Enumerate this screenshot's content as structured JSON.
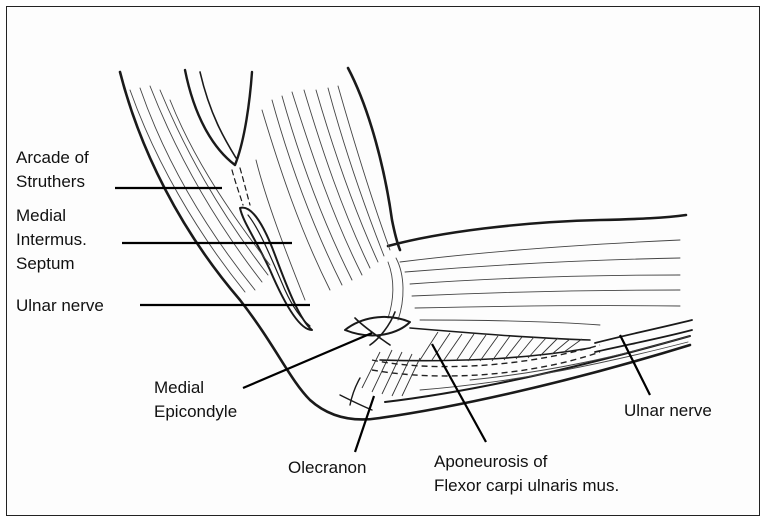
{
  "labels": {
    "arcade_of_struthers": [
      "Arcade of",
      "Struthers"
    ],
    "medial_intermus_septum": [
      "Medial",
      "Intermus.",
      "Septum"
    ],
    "ulnar_nerve_upper": "Ulnar nerve",
    "medial_epicondyle": [
      "Medial",
      "Epicondyle"
    ],
    "olecranon": "Olecranon",
    "aponeurosis": [
      "Aponeurosis of",
      "Flexor carpi ulnaris mus."
    ],
    "ulnar_nerve_lower": "Ulnar nerve"
  }
}
